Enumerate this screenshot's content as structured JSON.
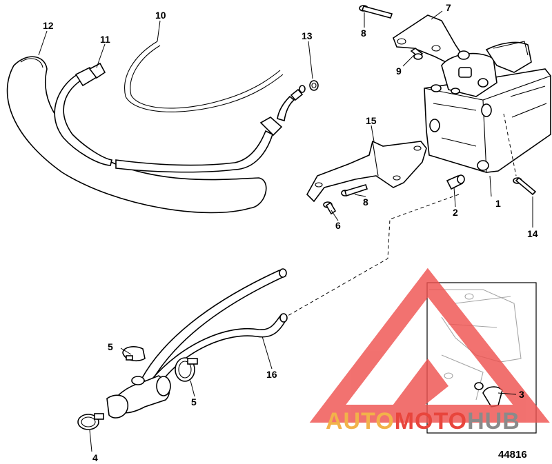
{
  "diagram": {
    "reference_number": "44816",
    "callouts": [
      "1",
      "2",
      "3",
      "4",
      "5",
      "5",
      "6",
      "7",
      "8",
      "8",
      "9",
      "10",
      "11",
      "12",
      "13",
      "14",
      "15",
      "16"
    ]
  },
  "watermark": {
    "text_auto": "AUTO",
    "text_moto": "MOTO",
    "text_hub": "HUB",
    "colors": {
      "orange": "#f2b24a",
      "red": "#e8453c",
      "gray": "#8a8a8a",
      "triangle": "#ef5350"
    }
  }
}
